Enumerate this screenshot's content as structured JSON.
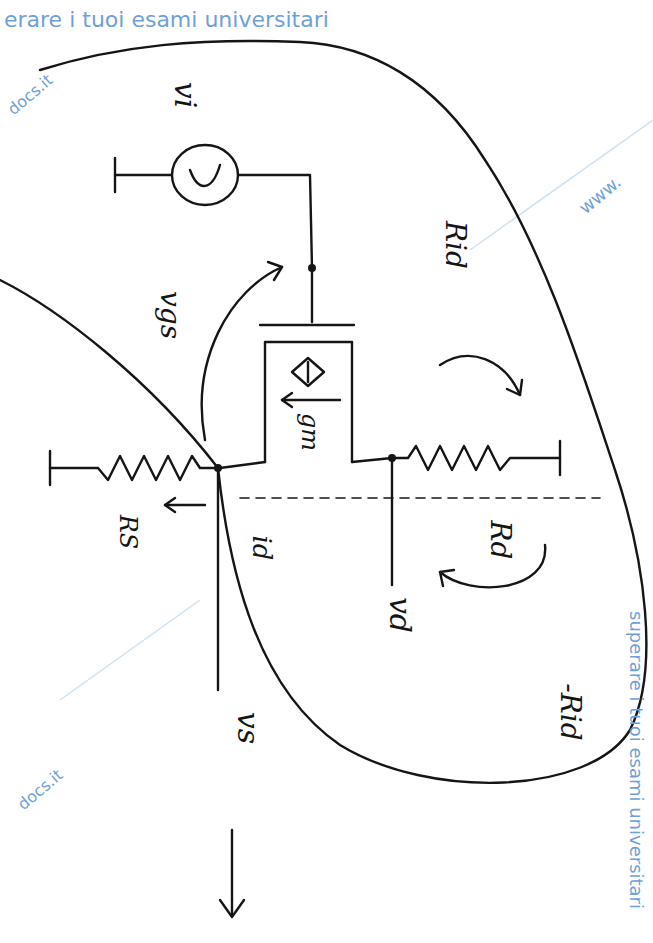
{
  "diagram": {
    "labels": [
      "erare i tuoi esami universitari",
      "vi",
      "vgs",
      "Rid",
      "Rd",
      "-Rid",
      "vd",
      "vs",
      "RS",
      "id",
      "gm",
      "www.",
      "docs.it",
      "docs.it",
      "superare i tuoi esami universitari"
    ]
  }
}
